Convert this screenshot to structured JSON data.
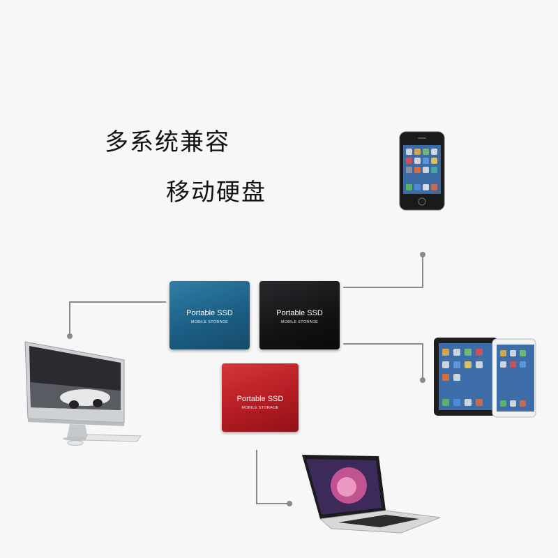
{
  "headline": {
    "line1": "多系统兼容",
    "line2": "移动硬盘"
  },
  "products": [
    {
      "color_name": "blue",
      "model": "Portable SSD",
      "subtitle": "MOBILE STORAGE",
      "color": "#1c5e84"
    },
    {
      "color_name": "black",
      "model": "Portable SSD",
      "subtitle": "MOBILE STORAGE",
      "color": "#121214"
    },
    {
      "color_name": "red",
      "model": "Portable SSD",
      "subtitle": "MOBILE STORAGE",
      "color": "#b51c23"
    }
  ],
  "devices": [
    "desktop-computer-icon",
    "smartphone-icon",
    "tablet-icon",
    "laptop-icon"
  ],
  "colors": {
    "background": "#f7f7f7",
    "connector_line": "#8a8a8a",
    "text": "#111111"
  }
}
